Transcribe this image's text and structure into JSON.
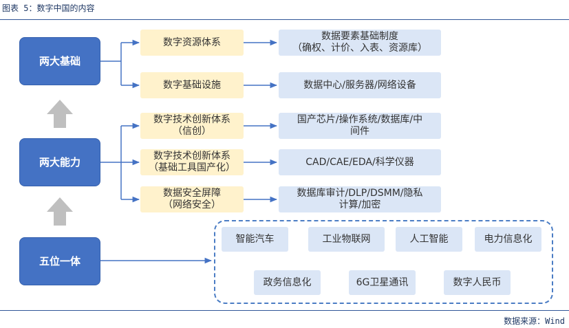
{
  "caption": "图表 5：数字中国的内容",
  "source": "数据来源：Wind",
  "pillars": {
    "foundation": "两大基础",
    "capability": "两大能力",
    "integration": "五位一体"
  },
  "foundation_items": [
    {
      "label": "数字资源体系",
      "detail": "数据要素基础制度\n（确权、计价、入表、资源库）"
    },
    {
      "label": "数字基础设施",
      "detail": "数据中心/服务器/网络设备"
    }
  ],
  "capability_items": [
    {
      "label": "数字技术创新体系\n（信创）",
      "detail": "国产芯片/操作系统/数据库/中\n间件"
    },
    {
      "label": "数字技术创新体系\n（基础工具国产化）",
      "detail": "CAD/CAE/EDA/科学仪器"
    },
    {
      "label": "数据安全屏障\n（网络安全）",
      "detail": "数据库审计/DLP/DSMM/隐私\n计算/加密"
    }
  ],
  "integration_items": [
    "智能汽车",
    "工业物联网",
    "人工智能",
    "电力信息化",
    "政务信息化",
    "6G卫星通讯",
    "数字人民币"
  ],
  "colors": {
    "primary": "#4472c4",
    "mid_fill": "#fff2cc",
    "out_fill": "#dbe6f6",
    "arrow_gray": "#bfbfbf"
  }
}
